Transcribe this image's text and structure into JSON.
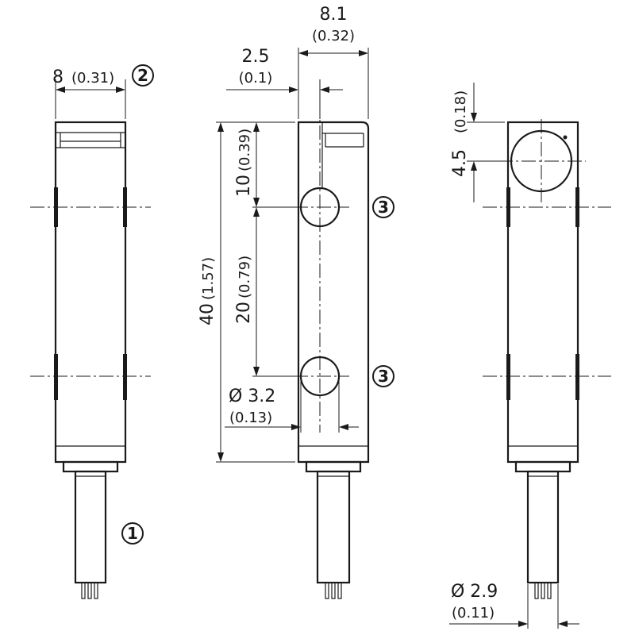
{
  "dimensions": {
    "width_left": {
      "main": "8",
      "sub": "(0.31)"
    },
    "width_front": {
      "main": "8.1",
      "sub": "(0.32)"
    },
    "edge_offset": {
      "main": "2.5",
      "sub": "(0.1)"
    },
    "length_total": {
      "main": "40",
      "sub": "(1.57)"
    },
    "hole_offset": {
      "main": "10",
      "sub": "(0.39)"
    },
    "hole_spacing": {
      "main": "20",
      "sub": "(0.79)"
    },
    "hole_diameter": {
      "main": "Ø 3.2",
      "sub": "(0.13)"
    },
    "lens_offset": {
      "main": "4.5",
      "sub": "(0.18)"
    },
    "cable_diameter": {
      "main": "Ø 2.9",
      "sub": "(0.11)"
    }
  },
  "callouts": {
    "connection": "1",
    "optical_axis": "2",
    "mounting_hole_upper": "3",
    "mounting_hole_lower": "3"
  }
}
